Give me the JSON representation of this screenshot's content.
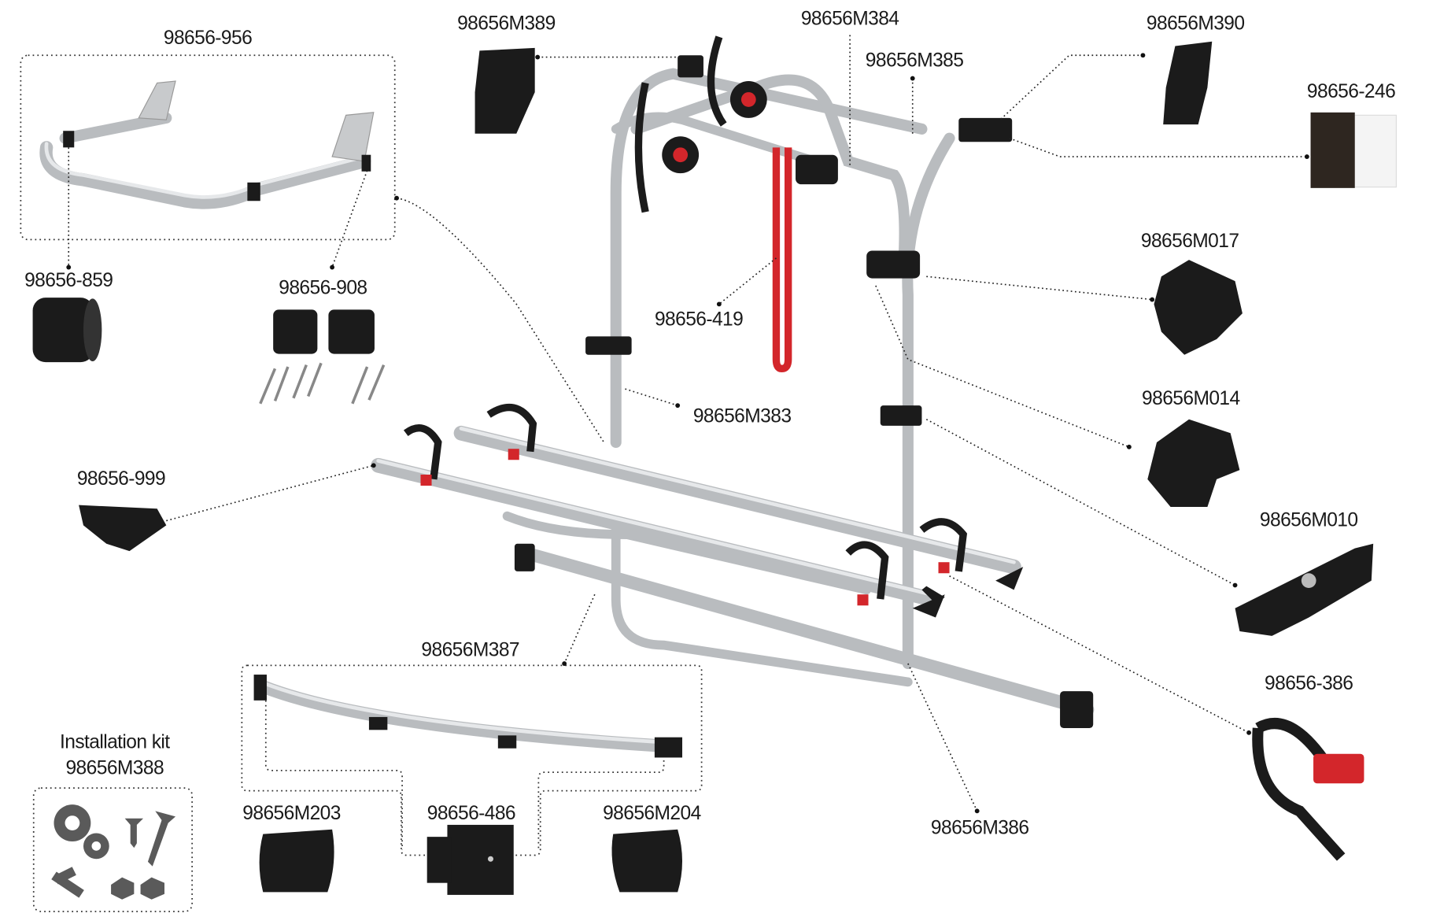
{
  "parts": {
    "frame_upper": "98656-956",
    "wall_support_upper": "98656M389",
    "rail_clamp": "98656M384",
    "upper_tube": "98656M385",
    "wall_support_right": "98656M390",
    "pad": "98656-246",
    "knob_large": "98656M017",
    "end_cap_round": "98656-859",
    "bushings_rivets": "98656-908",
    "strap_red": "98656-419",
    "knob_small": "98656M014",
    "frame_lower": "98656M383",
    "wheel_holder": "98656-999",
    "bike_holder": "98656M010",
    "lower_bar": "98656M387",
    "wheel_strap": "98656-386",
    "install_kit_title": "Installation kit",
    "install_kit_code": "98656M388",
    "end_cap_left": "98656M203",
    "bracket_plate": "98656-486",
    "end_cap_right": "98656M204",
    "bottom_tube": "98656M386"
  }
}
